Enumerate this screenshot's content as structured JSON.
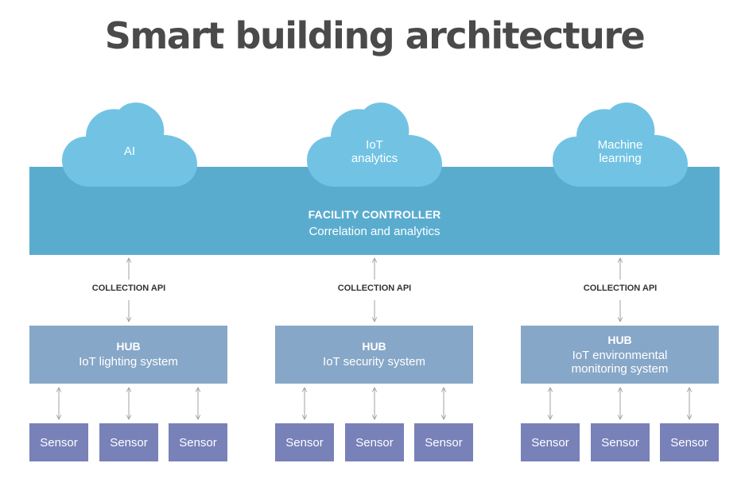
{
  "title": "Smart building architecture",
  "clouds": [
    {
      "lines": [
        "AI"
      ]
    },
    {
      "lines": [
        "IoT",
        "analytics"
      ]
    },
    {
      "lines": [
        "Machine",
        "learning"
      ]
    }
  ],
  "controller": {
    "title": "FACILITY CONTROLLER",
    "subtitle": "Correlation and analytics"
  },
  "api_label": "COLLECTION API",
  "hubs": [
    {
      "title": "HUB",
      "lines": [
        "IoT lighting system"
      ]
    },
    {
      "title": "HUB",
      "lines": [
        "IoT security system"
      ]
    },
    {
      "title": "HUB",
      "lines": [
        "IoT environmental",
        "monitoring system"
      ]
    }
  ],
  "sensor_label": "Sensor",
  "colors": {
    "title": "#4a4a4a",
    "controller": "#5aaccf",
    "cloud": "#72c3e3",
    "hub": "#87a7c8",
    "sensor": "#7881b8",
    "arrow": "#a0a0a0"
  }
}
